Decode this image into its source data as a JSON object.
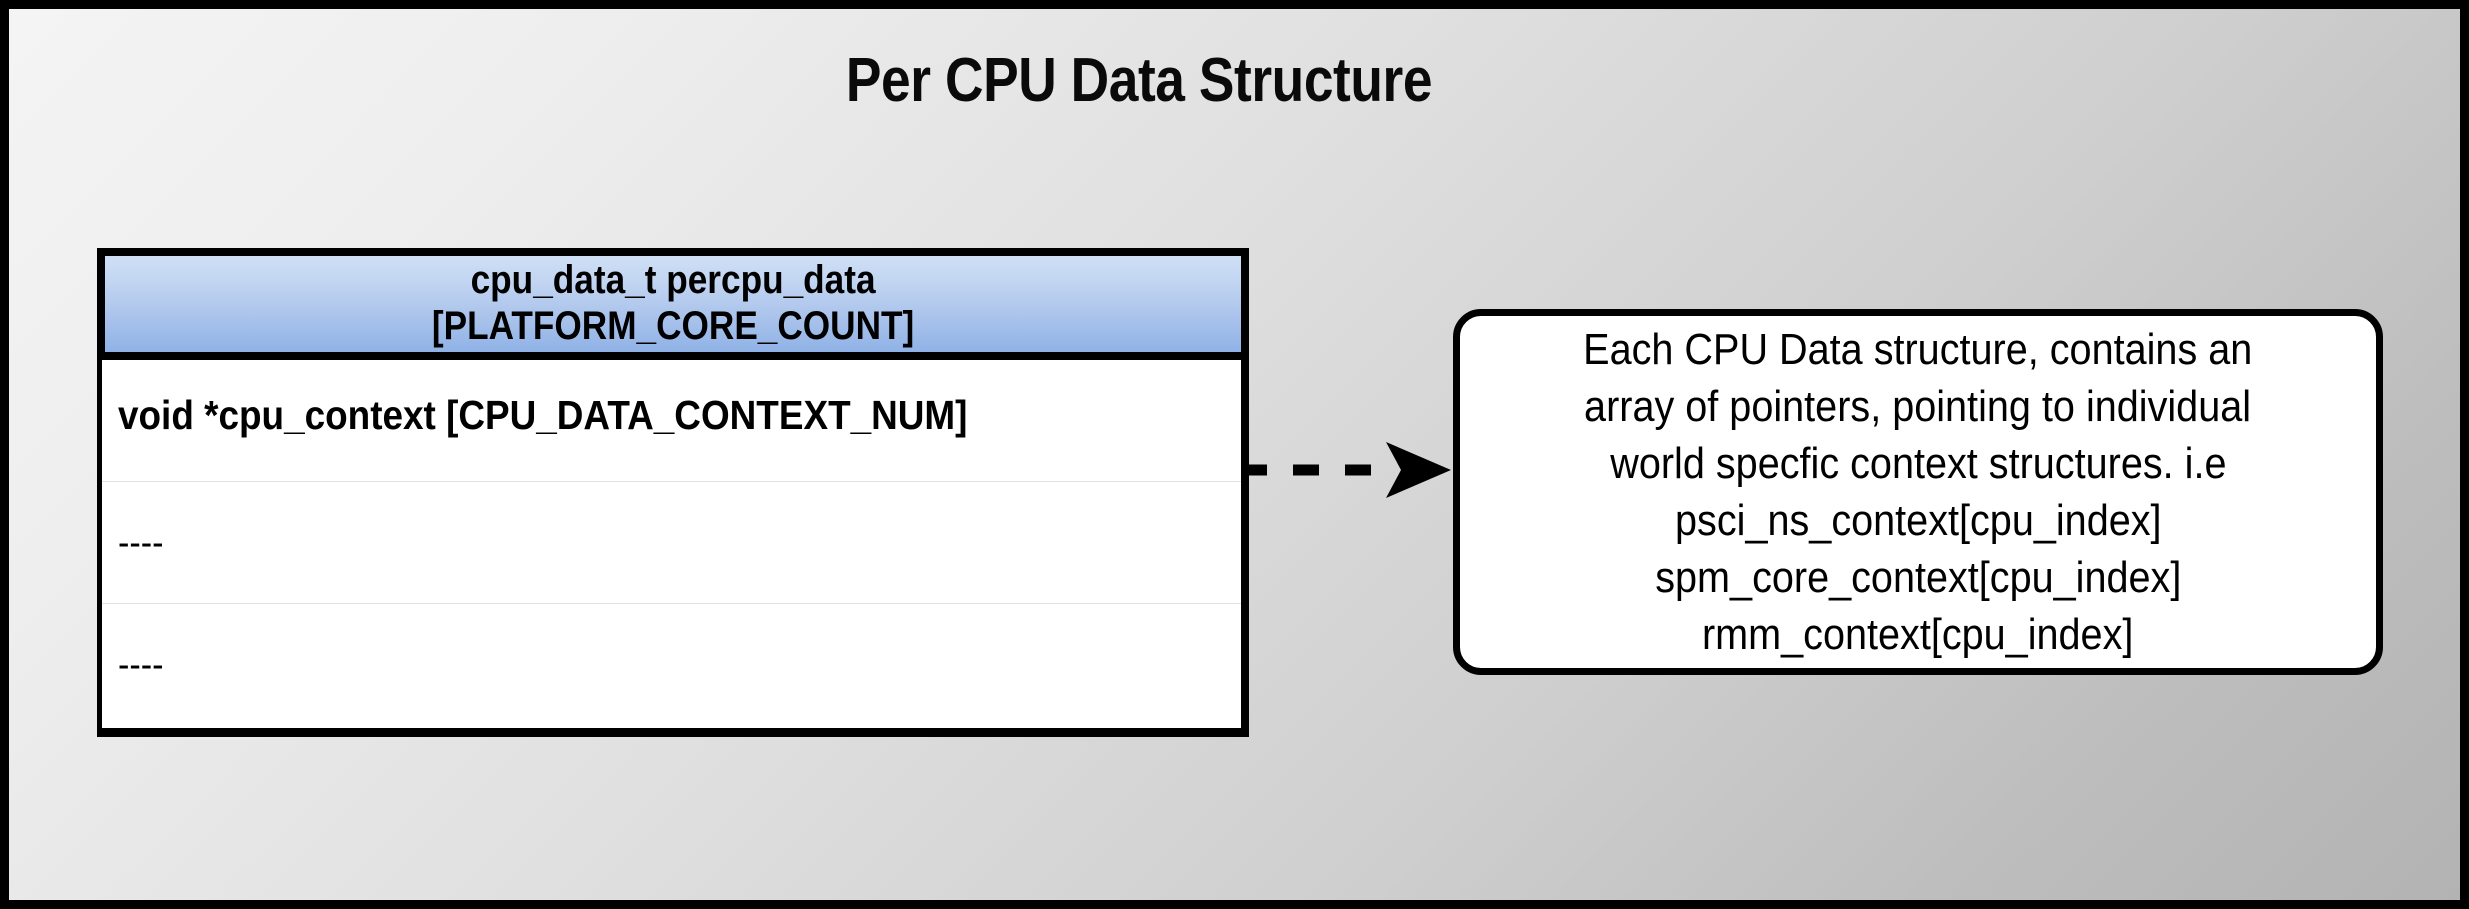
{
  "page": {
    "title": "Per CPU Data Structure",
    "background_start": "#f4f4f4",
    "background_end": "#b3b3b3",
    "border_color": "#000000"
  },
  "struct_table": {
    "header": {
      "line1": "cpu_data_t percpu_data",
      "line2": "[PLATFORM_CORE_COUNT]",
      "gradient_top": "#cfdff5",
      "gradient_bottom": "#8fb2e6",
      "border_color": "#000000"
    },
    "rows": [
      {
        "text": "void *cpu_context [CPU_DATA_CONTEXT_NUM]",
        "emphasis": "bold"
      },
      {
        "text": "----",
        "emphasis": "normal"
      },
      {
        "text": "----",
        "emphasis": "normal"
      }
    ]
  },
  "connector": {
    "style": "dashed",
    "arrowhead": "filled-triangle",
    "color": "#000000",
    "icon": "dashed-arrow-icon"
  },
  "note": {
    "lines": [
      "Each CPU Data structure, contains an",
      "array of pointers, pointing to individual",
      "world specfic context structures. i.e",
      "psci_ns_context[cpu_index]",
      "spm_core_context[cpu_index]",
      "rmm_context[cpu_index]"
    ],
    "border_color": "#000000",
    "background": "#ffffff"
  }
}
